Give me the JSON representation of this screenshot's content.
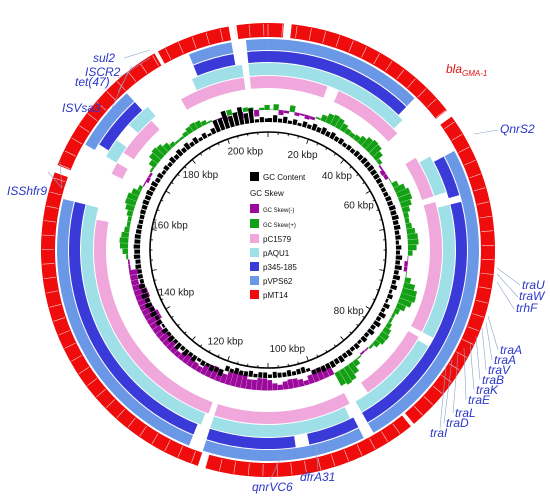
{
  "plasmid_map": {
    "scale_labels": [
      {
        "text": "20 kbp",
        "angle": 20
      },
      {
        "text": "40 kbp",
        "angle": 43
      },
      {
        "text": "60 kbp",
        "angle": 64
      },
      {
        "text": "80 kbp",
        "angle": 127
      },
      {
        "text": "100 kbp",
        "angle": 169
      },
      {
        "text": "120 kbp",
        "angle": 205
      },
      {
        "text": "140 kbp",
        "angle": 245
      },
      {
        "text": "160 kbp",
        "angle": 284
      },
      {
        "text": "180 kbp",
        "angle": 318
      },
      {
        "text": "200 kbp",
        "angle": 347
      }
    ],
    "legend": {
      "gc_content": "GC Content",
      "gc_skew": "GC Skew",
      "gc_skew_neg": "GC Skew(-)",
      "gc_skew_pos": "GC Skew(+)",
      "tracks": [
        {
          "name": "pC1579",
          "color": "#f0a8dc"
        },
        {
          "name": "pAQU1",
          "color": "#9edfe8"
        },
        {
          "name": "p345-185",
          "color": "#3a3ad8"
        },
        {
          "name": "pVPS62",
          "color": "#6a98e6"
        },
        {
          "name": "pMT14",
          "color": "#ee0c0c"
        }
      ]
    },
    "colors": {
      "gc_content": "#000000",
      "gc_skew_neg": "#9b0a9b",
      "gc_skew_pos": "#14a014",
      "gene_label": "#2a36c8",
      "bla_label": "#e01010"
    },
    "gene_labels": {
      "bla_main": "bla",
      "bla_sub": "GMA-1",
      "qnrS2": "QnrS2",
      "traU": "traU",
      "traW": "traW",
      "trhF": "trhF",
      "traA1": "traA",
      "traA2": "traA",
      "traV": "traV",
      "traB": "traB",
      "traK": "traK",
      "traE": "traE",
      "traL": "traL",
      "traD": "traD",
      "traI": "traI",
      "dfrA31": "dfrA31",
      "qnrVC6": "qnrVC6",
      "ISShfr9": "ISShfr9",
      "ISVsa3": "ISVsa3",
      "tet47": "tet(47)",
      "ISCR2": "ISCR2",
      "sul2": "sul2"
    }
  }
}
